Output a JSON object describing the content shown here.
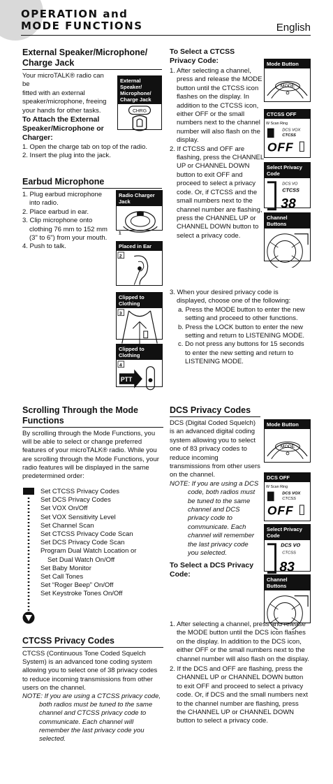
{
  "header": {
    "title_line1": "OPERATION and",
    "title_line2": "MODE FUNCTIONS",
    "language": "English"
  },
  "ext_speaker": {
    "heading_line1": "External Speaker/Microphone/",
    "heading_line2": "Charge Jack",
    "body": [
      "Your microTALK® radio can be",
      "fitted with an external",
      "speaker/microphone, freeing",
      "your hands for other tasks."
    ],
    "subhead": [
      "To Attach the External",
      "Speaker/Microphone or",
      "Charger:"
    ],
    "steps": [
      "1. Open the charge tab on top of the radio.",
      "2. Insert the plug into the jack."
    ],
    "fig_caption": "External Speaker/ Microphone/ Charge Jack",
    "fig_label": "CHRG"
  },
  "earbud": {
    "heading": "Earbud Microphone",
    "steps": [
      "1. Plug earbud microphone into radio.",
      "2. Place earbud in ear.",
      "3. Clip microphone onto clothing 76 mm to 152 mm (3\" to 6\") from your mouth.",
      "4. Push to talk."
    ],
    "figs": [
      {
        "caption": "Radio Charger Jack",
        "num": "1"
      },
      {
        "caption": "Placed in Ear",
        "num": "2"
      },
      {
        "caption": "Clipped to Clothing",
        "num": "3"
      },
      {
        "caption": "Clipped to Clothing",
        "num": "4",
        "label": "PTT"
      }
    ]
  },
  "ctcss_select": {
    "heading": "To Select a CTCSS Privacy Code:",
    "step1": "1. After selecting a channel, press and release the MODE button until the CTCSS icon flashes on the display. In addition to the CTCSS icon, either OFF or the small numbers next to the channel number will also flash on the display.",
    "step2": "2. If CTCSS and OFF are flashing, press the CHANNEL UP or CHANNEL DOWN button to exit OFF and proceed to select a privacy code. Or, if CTCSS and the small numbers next to the channel number are flashing, press the CHANNEL UP or CHANNEL DOWN button to select a privacy code.",
    "step3": "3. When your desired privacy code is displayed, choose one of the following:",
    "opt_a": "a. Press the MODE button to enter the new setting and proceed to other functions.",
    "opt_b": "b. Press the LOCK button to enter the new setting and return to LISTENING MODE.",
    "opt_c": "c. Do not press any buttons for 15 seconds to enter the new setting and return to LISTENING MODE.",
    "figs": [
      {
        "caption": "Mode Button",
        "label": "MODE"
      },
      {
        "caption": "CTCSS OFF",
        "top": "W Scan Ring",
        "mid": "DCS VOX",
        "mid2": "CTCSS",
        "big": "OFF"
      },
      {
        "caption": "Select Privacy Code",
        "mid": "DCS VO",
        "mid2": "CTCSS",
        "big": "38"
      },
      {
        "caption": "Channel Buttons"
      }
    ]
  },
  "scrolling": {
    "heading_line1": "Scrolling Through the Mode",
    "heading_line2": "Functions",
    "body": "By scrolling through the Mode Functions, you will be able to select or change preferred features of your microTALK® radio. While you are scrolling through the Mode Functions, your radio features will be displayed in the same predetermined order:",
    "items": [
      "Set CTCSS Privacy Codes",
      "Set DCS Privacy Codes",
      "Set VOX On/Off",
      "Set VOX Sensitivity Level",
      "Set Channel Scan",
      "Set CTCSS Privacy Code Scan",
      "Set DCS Privacy Code Scan",
      "Program Dual Watch Location or",
      "Set Dual Watch On/Off",
      "Set Baby Monitor",
      "Set Call Tones",
      "Set “Roger Beep” On/Off",
      "Set Keystroke Tones On/Off"
    ]
  },
  "ctcss_codes": {
    "heading": "CTCSS Privacy Codes",
    "body": "CTCSS (Continuous Tone Coded Squelch System) is an advanced tone coding system allowing you to select one of 38 privacy codes to reduce incoming transmissions from other users on the channel.",
    "note": "NOTE: If you are using a CTCSS privacy code, both radios must be tuned to the same channel and CTCSS privacy code to communicate. Each channel will remember the last privacy code you selected."
  },
  "dcs_codes": {
    "heading": "DCS Privacy Codes",
    "body": "DCS (Digital Coded Squelch) is an advanced digital coding system allowing you to select one of 83 privacy codes to reduce incoming transmissions from other users on the channel.",
    "note": "NOTE: If you are using a DCS code, both radios must be tuned to the same channel and DCS privacy code to communicate. Each channel will remember the last privacy code you selected.",
    "sel_heading": "To Select a DCS Privacy Code:",
    "step1": "1. After selecting a channel, press and release the MODE button until the DCS icon flashes on the display. In addition to the DCS icon, either OFF or the small numbers next to the channel number will also flash on the display.",
    "step2": "2. If the DCS and OFF are flashing, press the CHANNEL UP or CHANNEL DOWN button to exit OFF and proceed to select a privacy code. Or, if DCS and the small numbers next to the channel number are flashing, press the CHANNEL UP or CHANNEL DOWN button to select a privacy code.",
    "figs": [
      {
        "caption": "Mode Button",
        "label": "MODE"
      },
      {
        "caption": "DCS OFF",
        "top": "W Scan Ring",
        "mid": "DCS VOX",
        "mid2": "CTCSS",
        "big": "OFF"
      },
      {
        "caption": "Select Privacy Code",
        "mid": "DCS VO",
        "mid2": "CTCSS",
        "big": "83"
      },
      {
        "caption": "Channel Buttons"
      }
    ]
  }
}
